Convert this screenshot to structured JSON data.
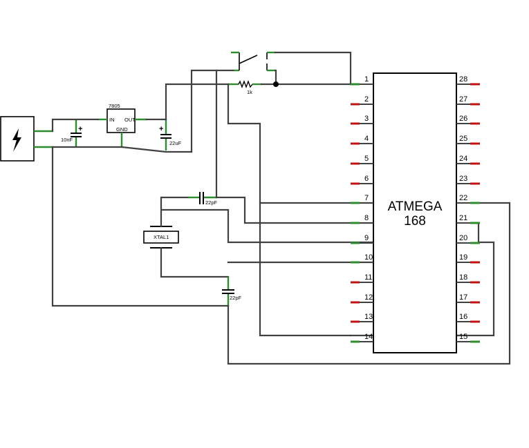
{
  "power_source": {
    "icon": "lightning-bolt-icon"
  },
  "regulator": {
    "part": "7805",
    "in_label": "IN",
    "out_label": "OUT",
    "gnd_label": "GND"
  },
  "capacitors": {
    "c_input": "10nF",
    "c_output": "22uF",
    "c_xtal_top": "22pF",
    "c_xtal_bottom": "22pF"
  },
  "resistor": {
    "value": "1k"
  },
  "crystal": {
    "label": "XTAL1"
  },
  "chip": {
    "name_line1": "ATMEGA",
    "name_line2": "168",
    "pins_left": [
      "1",
      "2",
      "3",
      "4",
      "5",
      "6",
      "7",
      "8",
      "9",
      "10",
      "11",
      "12",
      "13",
      "14"
    ],
    "pins_right": [
      "28",
      "27",
      "26",
      "25",
      "24",
      "23",
      "22",
      "21",
      "20",
      "19",
      "18",
      "17",
      "16",
      "15"
    ]
  },
  "colors": {
    "wire": "#404040",
    "connected_pin": "#2e8b2e",
    "unconnected_pin": "#c01010"
  }
}
